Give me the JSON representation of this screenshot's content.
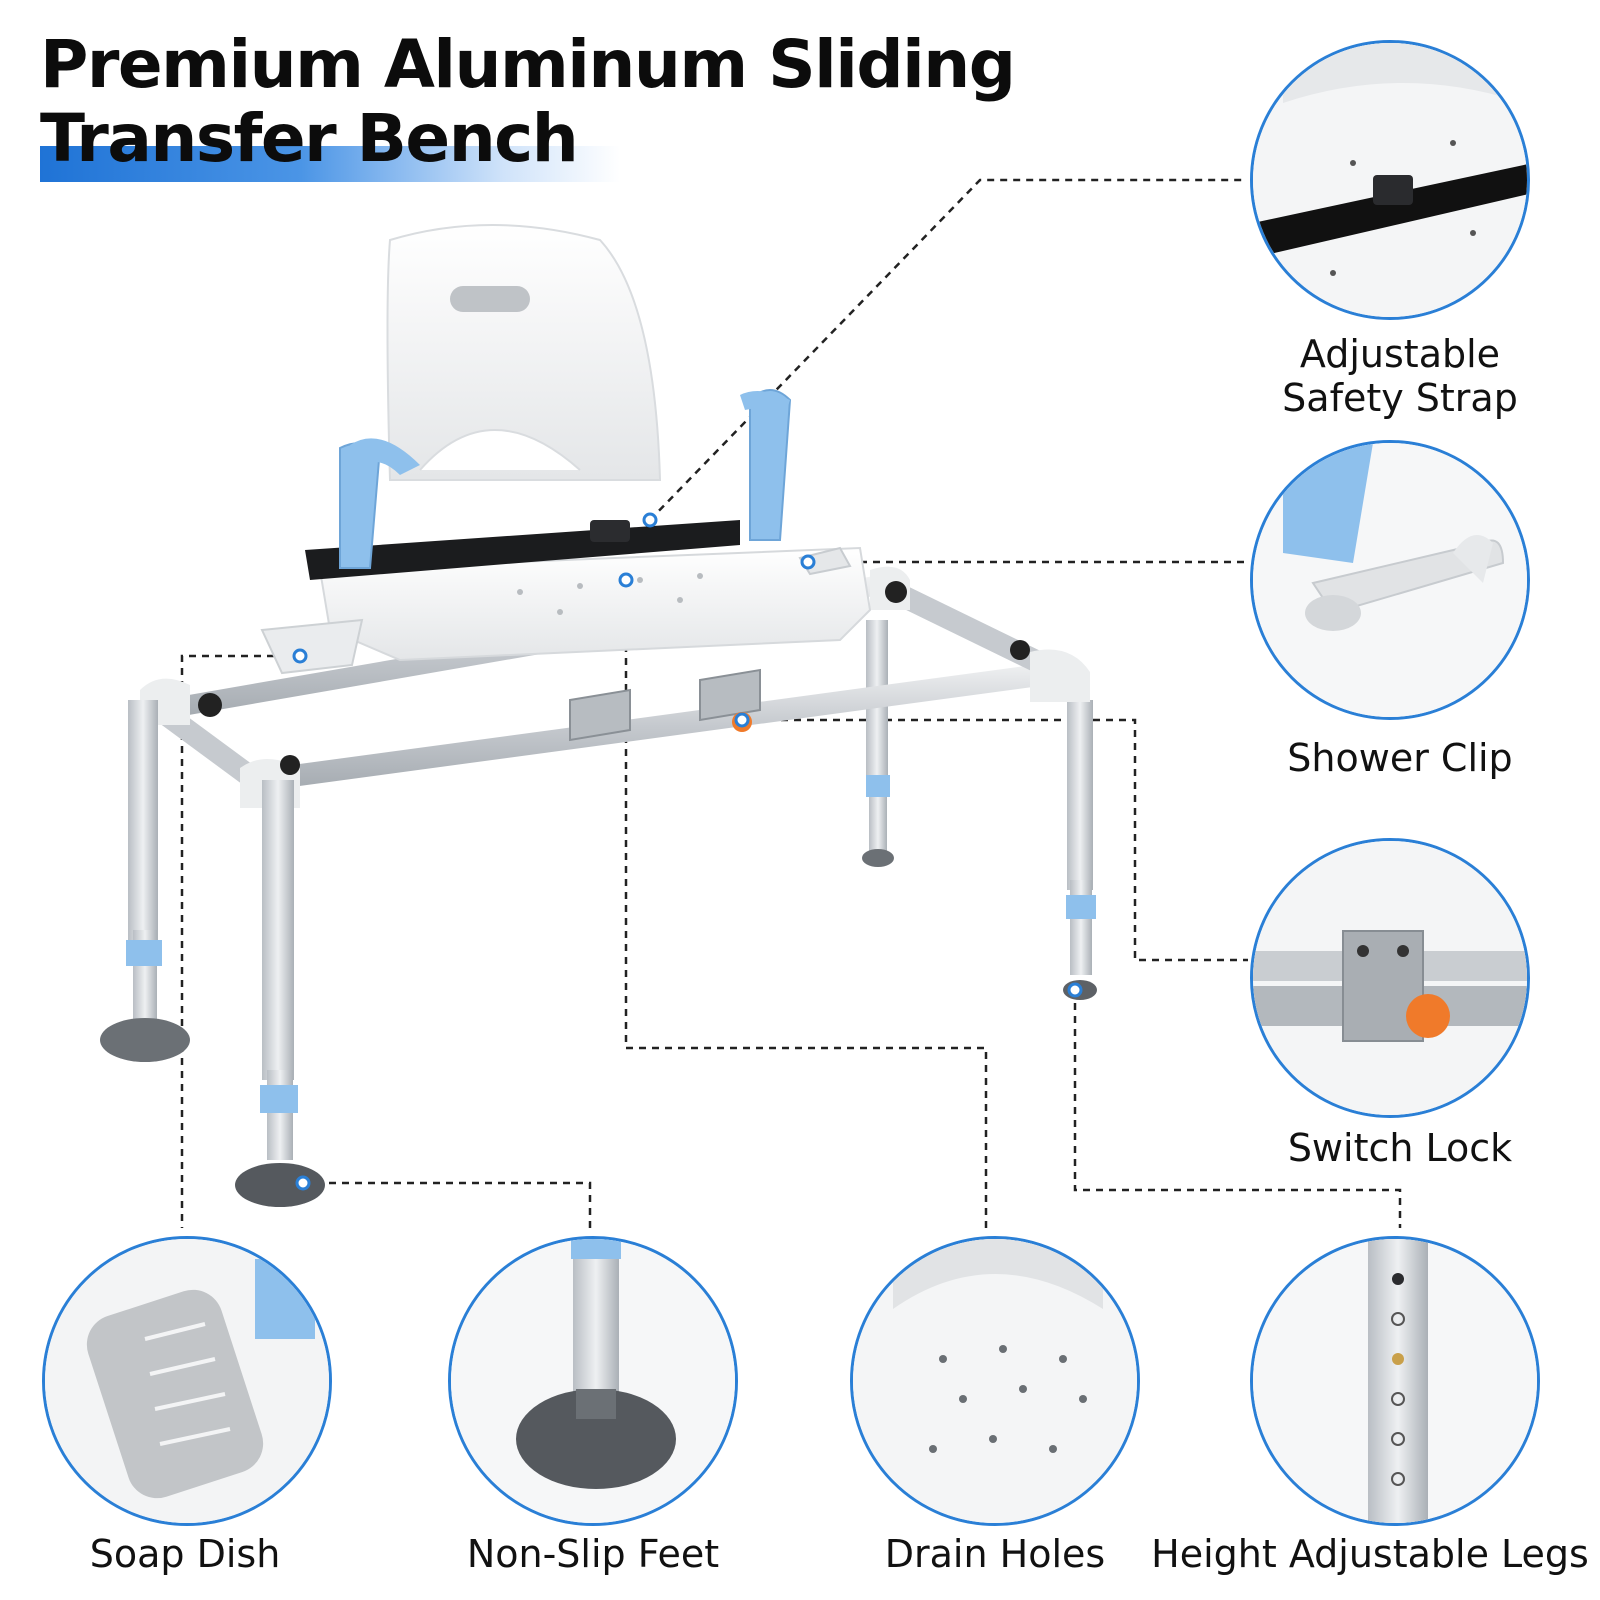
{
  "title": {
    "line1": "Premium Aluminum Sliding",
    "line2": "Transfer Bench"
  },
  "features": {
    "safety_strap": "Adjustable\nSafety Strap",
    "shower_clip": "Shower Clip",
    "switch_lock": "Switch Lock",
    "soap_dish": "Soap Dish",
    "non_slip_feet": "Non-Slip Feet",
    "drain_holes": "Drain Holes",
    "height_legs": "Height Adjustable Legs"
  },
  "colors": {
    "accent_blue": "#2a7fd6",
    "grip_blue": "#8ec0ec",
    "aluminum": "#d6d9dc",
    "lock_orange": "#f07a2a"
  }
}
